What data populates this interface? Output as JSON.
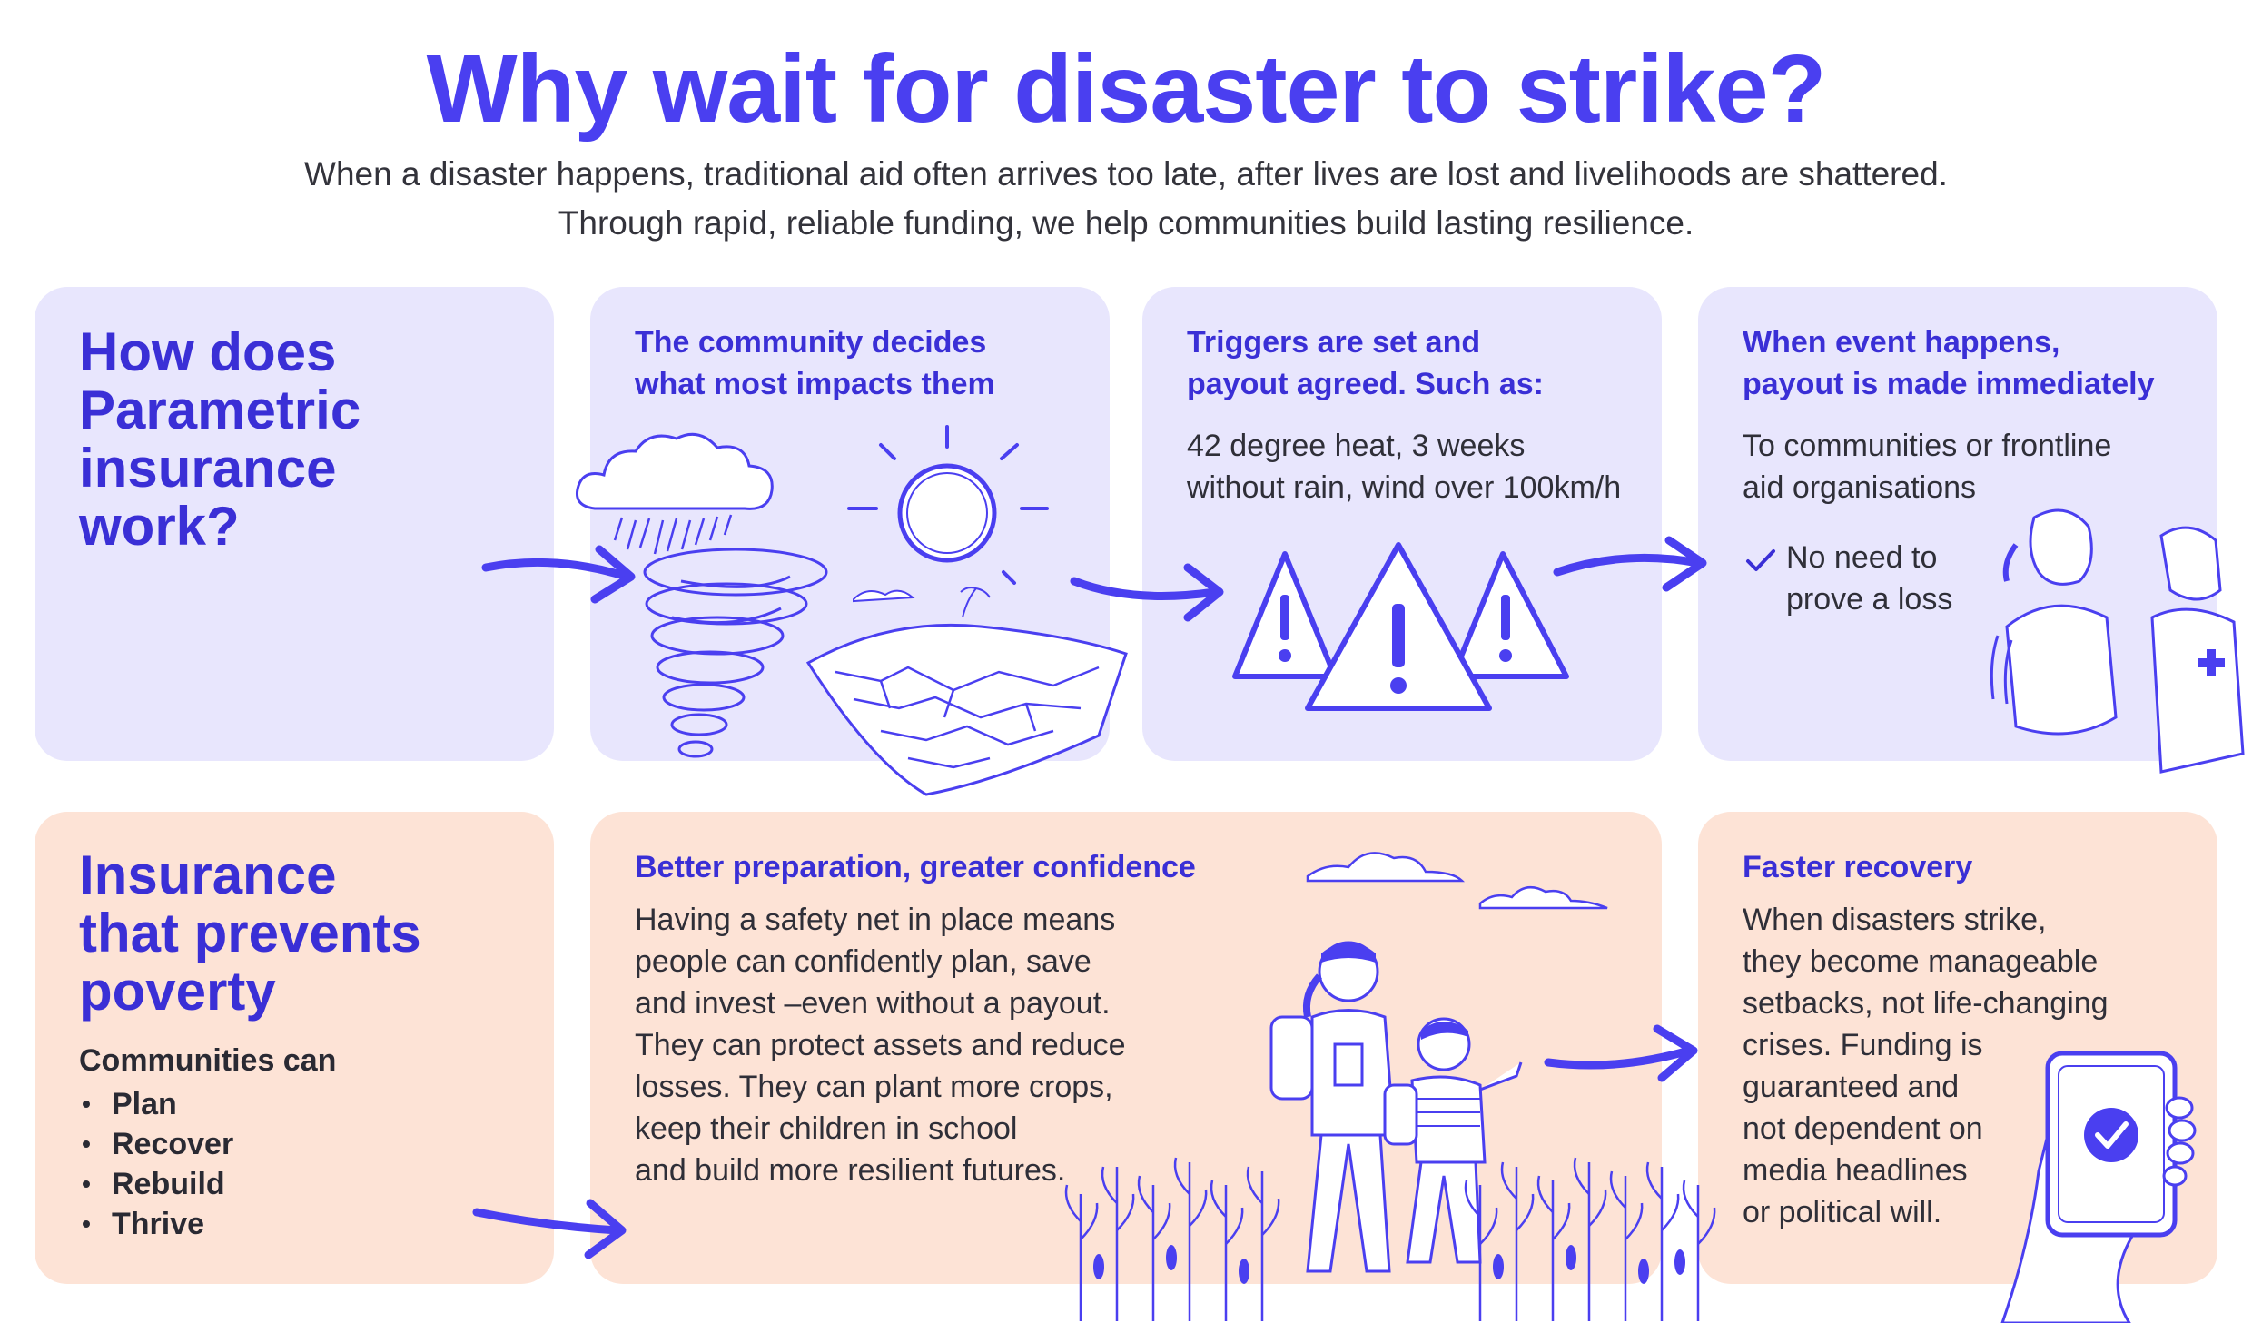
{
  "header": {
    "title": "Why wait for disaster to strike?",
    "subtitle_line1": "When a disaster happens, traditional aid often arrives too late, after lives are lost and livelihoods are shattered.",
    "subtitle_line2": "Through rapid, reliable funding, we help communities build lasting resilience."
  },
  "row1": {
    "intro_heading": [
      "How does",
      "Parametric",
      "insurance",
      "work?"
    ],
    "step1": {
      "heading_line1": "The community decides",
      "heading_line2": "what most impacts them"
    },
    "step2": {
      "heading_line1": "Triggers are set and",
      "heading_line2": "payout agreed. Such as:",
      "body_line1": "42 degree heat, 3 weeks",
      "body_line2": "without rain, wind over 100km/h"
    },
    "step3": {
      "heading_line1": "When event happens,",
      "heading_line2": "payout is made immediately",
      "body_line1": "To communities or frontline",
      "body_line2": "aid organisations",
      "check_line1": "No need to",
      "check_line2": "prove a loss"
    }
  },
  "row2": {
    "intro_heading": [
      "Insurance",
      "that prevents",
      "poverty"
    ],
    "communities_label": "Communities can",
    "bullets": [
      "Plan",
      "Recover",
      "Rebuild",
      "Thrive"
    ],
    "preparation": {
      "heading": "Better preparation, greater confidence",
      "lines": [
        "Having a safety net in place means",
        "people can confidently plan, save",
        "and invest –even without a payout.",
        "They can protect assets and reduce",
        "losses. They can plant more crops,",
        "keep their children in school",
        "and build more resilient futures."
      ]
    },
    "recovery": {
      "heading": "Faster recovery",
      "lines": [
        "When disasters strike,",
        "they become manageable",
        "setbacks, not life-changing",
        "crises. Funding is",
        "guaranteed and",
        "not dependent on",
        "media headlines",
        "or political will."
      ]
    }
  },
  "colors": {
    "accent": "#4a3ff0",
    "heading": "#3a2fd6",
    "lavender_card": "#e8e6fd",
    "peach_card": "#fde3d6"
  },
  "icons": [
    "storm-cloud-icon",
    "tornado-icon",
    "sun-icon",
    "drought-land-icon",
    "warning-triangle-icon",
    "check-icon",
    "aid-workers-icon",
    "family-walking-icon",
    "corn-field-icon",
    "phone-check-icon",
    "arrow-icon"
  ]
}
